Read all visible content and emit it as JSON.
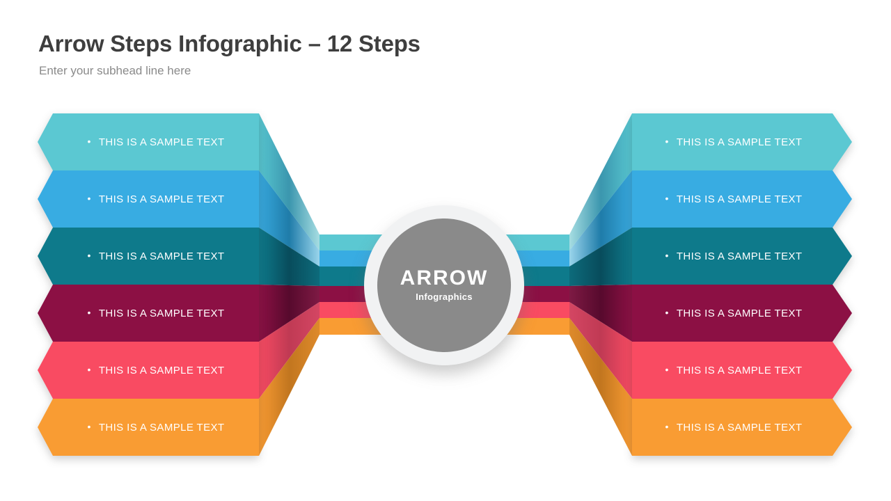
{
  "slide": {
    "title": "Arrow Steps Infographic – 12 Steps",
    "subhead": "Enter your subhead line here"
  },
  "bullet": "•",
  "left_steps": [
    "THIS IS A SAMPLE TEXT",
    "THIS IS A SAMPLE TEXT",
    "THIS IS A SAMPLE TEXT",
    "THIS IS A SAMPLE TEXT",
    "THIS IS A SAMPLE TEXT",
    "THIS IS A SAMPLE TEXT"
  ],
  "right_steps": [
    "THIS IS A SAMPLE TEXT",
    "THIS IS A SAMPLE TEXT",
    "THIS IS A SAMPLE TEXT",
    "THIS IS A SAMPLE TEXT",
    "THIS IS A SAMPLE TEXT",
    "THIS IS A SAMPLE TEXT"
  ],
  "center_badge": {
    "title": "ARROW",
    "subtitle": "Infographics"
  },
  "palette": {
    "step1": "#5BC8D2",
    "step2": "#38ACE2",
    "step3": "#0E7A8B",
    "step4": "#8C1044",
    "step5": "#F94B62",
    "step6": "#F99C33",
    "badge_gray": "#8A8A8A",
    "badge_ring": "#F1F2F3",
    "title_text": "#3E3E3E",
    "subhead_text": "#8A8A8A"
  }
}
